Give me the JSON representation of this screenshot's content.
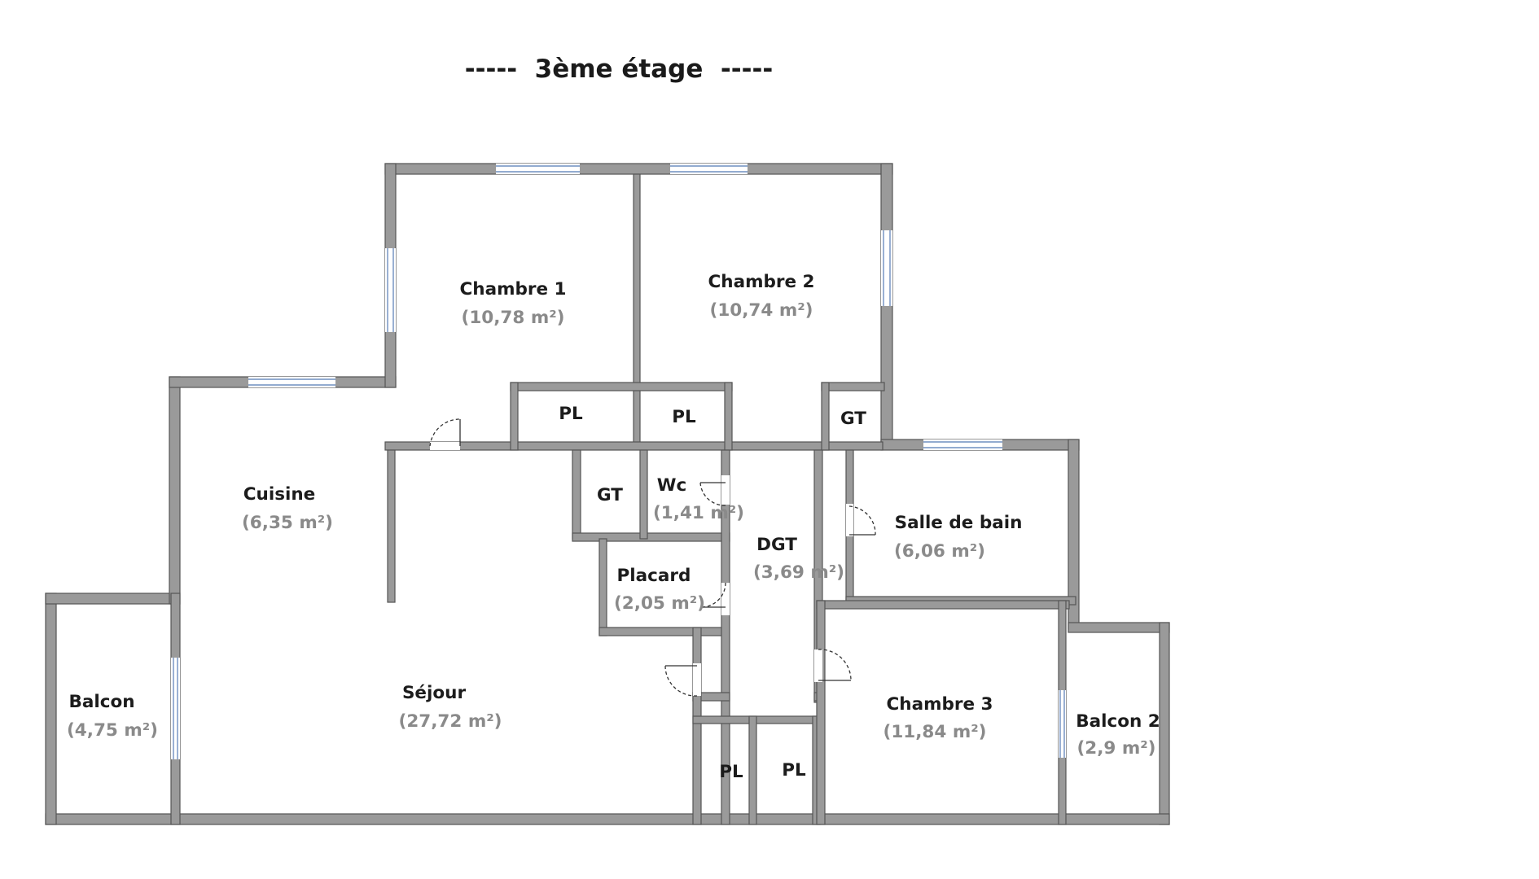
{
  "plan": {
    "title": "-----  3ème étage  -----",
    "rooms": [
      {
        "id": "chambre-1",
        "name": "Chambre 1",
        "area": "(10,78 m²)"
      },
      {
        "id": "chambre-2",
        "name": "Chambre 2",
        "area": "(10,74 m²)"
      },
      {
        "id": "pl-1",
        "name": "PL",
        "area": ""
      },
      {
        "id": "pl-2",
        "name": "PL",
        "area": ""
      },
      {
        "id": "gt-1",
        "name": "GT",
        "area": ""
      },
      {
        "id": "cuisine",
        "name": "Cuisine",
        "area": "(6,35 m²)"
      },
      {
        "id": "gt-2",
        "name": "GT",
        "area": ""
      },
      {
        "id": "wc",
        "name": "Wc",
        "area": "(1,41 m²)"
      },
      {
        "id": "dgt",
        "name": "DGT",
        "area": "(3,69 m²)"
      },
      {
        "id": "salle-de-bain",
        "name": "Salle de bain",
        "area": "(6,06 m²)"
      },
      {
        "id": "placard",
        "name": "Placard",
        "area": "(2,05 m²)"
      },
      {
        "id": "balcon-1",
        "name": "Balcon",
        "area": "(4,75 m²)"
      },
      {
        "id": "sejour",
        "name": "Séjour",
        "area": "(27,72 m²)"
      },
      {
        "id": "chambre-3",
        "name": "Chambre 3",
        "area": "(11,84 m²)"
      },
      {
        "id": "balcon-2",
        "name": "Balcon 2",
        "area": "(2,9 m²)"
      },
      {
        "id": "pl-3",
        "name": "PL",
        "area": ""
      },
      {
        "id": "pl-4",
        "name": "PL",
        "area": ""
      }
    ]
  },
  "colors": {
    "wall": "#9a9a9a",
    "wall_outline": "#555555",
    "window": "#6f8fc0",
    "room_name": "#1c1c1c",
    "room_area": "#8a8a8a"
  }
}
